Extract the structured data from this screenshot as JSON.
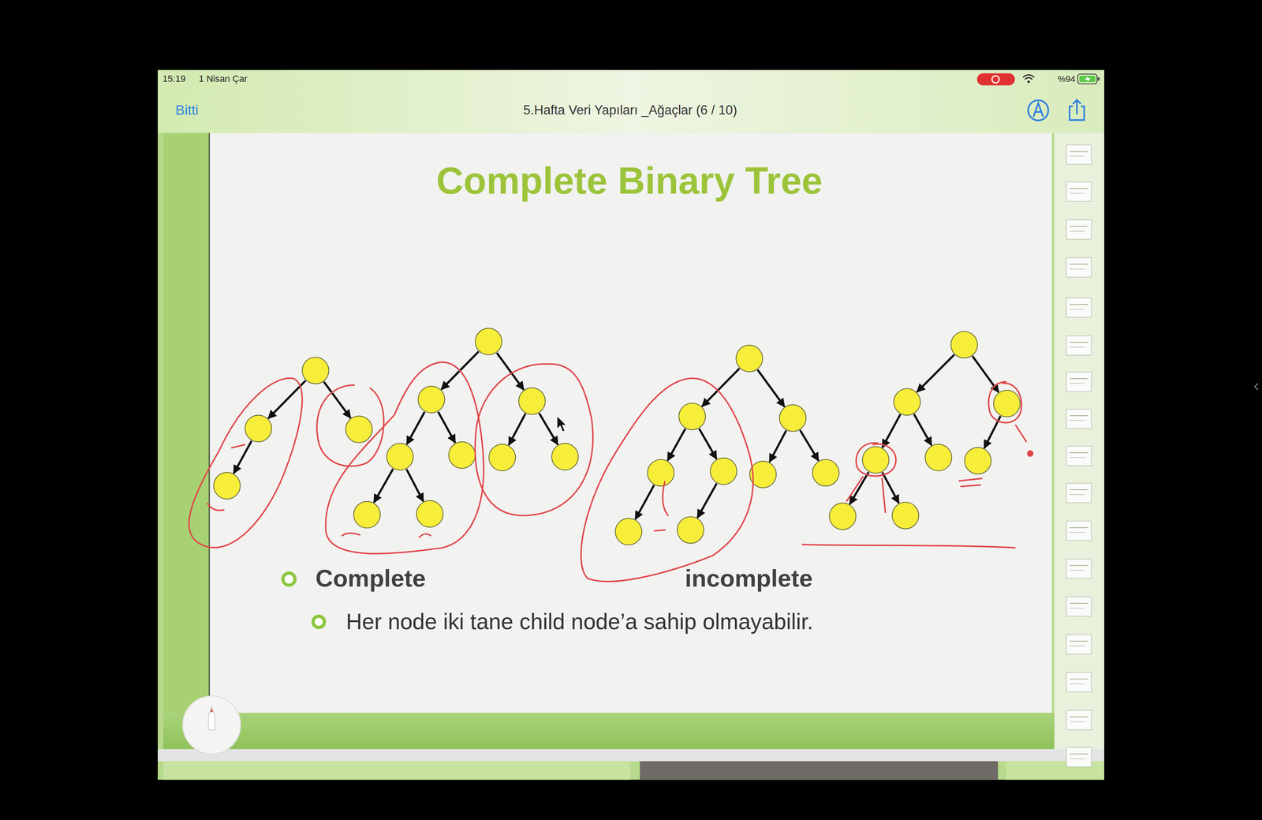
{
  "diagram": {
    "title": "Complete Binary Tree",
    "labels": [
      "15:19",
      "1 Nisan Çar",
      "%94",
      "Bitti",
      "5.Hafta Veri Yapıları _Ağaçlar (6 / 10)",
      "Complete",
      "incomplete",
      "Her node iki tane child node’a sahip olmayabilir."
    ]
  }
}
